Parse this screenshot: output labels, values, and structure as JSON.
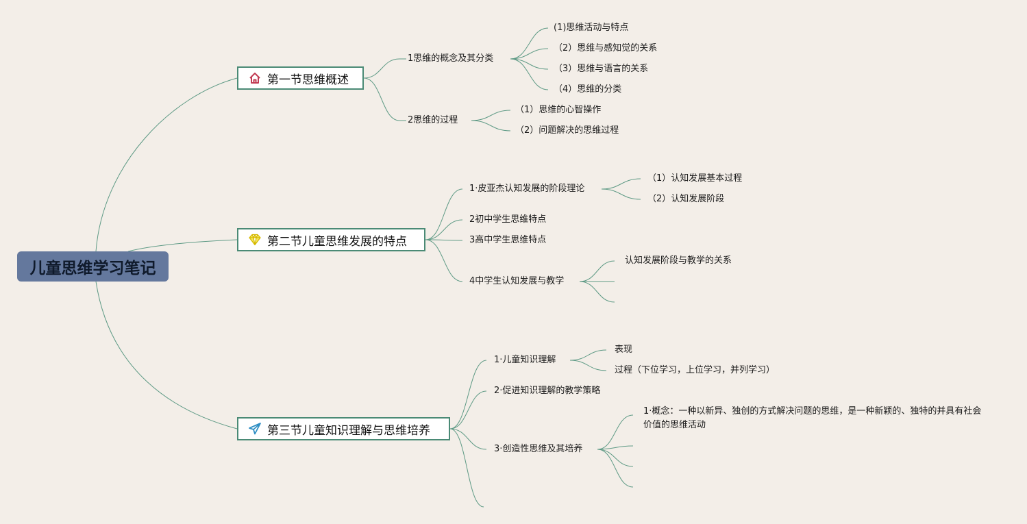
{
  "root": {
    "title": "儿童思维学习笔记"
  },
  "sections": [
    {
      "title": "第一节思维概述",
      "icon": "home-icon",
      "icon_color": "#c23a52",
      "topics": [
        {
          "label": "1思维的概念及其分类",
          "subs": [
            "(1)思维活动与特点",
            "（2）思维与感知觉的关系",
            "（3）思维与语言的关系",
            "（4）思维的分类"
          ]
        },
        {
          "label": "2思维的过程",
          "subs": [
            "（1）思维的心智操作",
            "（2）问题解决的思维过程"
          ]
        }
      ]
    },
    {
      "title": "第二节儿童思维发展的特点",
      "icon": "diamond-icon",
      "icon_color": "#e8d21c",
      "topics": [
        {
          "label": "1·皮亚杰认知发展的阶段理论",
          "subs": [
            "（1）认知发展基本过程",
            "（2）认知发展阶段"
          ]
        },
        {
          "label": "2初中学生思维特点",
          "subs": []
        },
        {
          "label": "3高中学生思维特点",
          "subs": []
        },
        {
          "label": "4中学生认知发展与教学",
          "subs": [
            "认知发展阶段与教学的关系",
            "",
            ""
          ]
        }
      ]
    },
    {
      "title": "第三节儿童知识理解与思维培养",
      "icon": "paper-plane-icon",
      "icon_color": "#2f8fc4",
      "topics": [
        {
          "label": "1·儿童知识理解",
          "subs": [
            "表现",
            "过程（下位学习，上位学习，并列学习）"
          ]
        },
        {
          "label": "2·促进知识理解的教学策略",
          "subs": []
        },
        {
          "label": "3·创造性思维及其培养",
          "subs": [
            "1·概念：一种以新异、独创的方式解决问题的思维，是一种新颖的、独特的并具有社会价值的思维活动",
            "",
            "",
            ""
          ]
        },
        {
          "label": "",
          "subs": []
        }
      ]
    }
  ],
  "colors": {
    "line": "#5e9a85",
    "background": "#f3eee8",
    "root_fill": "#64789d"
  }
}
